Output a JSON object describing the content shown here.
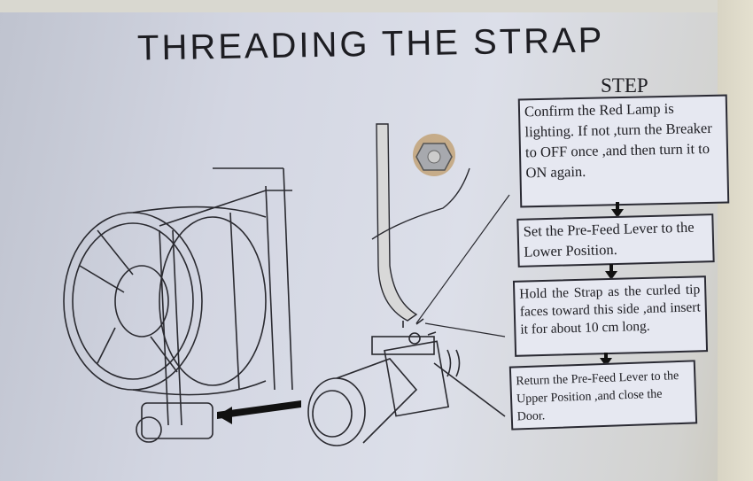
{
  "title": "THREADING THE STRAP",
  "step_heading": "STEP",
  "steps": [
    {
      "text": "Confirm the Red Lamp is lighting. If not ,turn the Breaker to OFF once ,and then turn it to ON again."
    },
    {
      "text": "Set the Pre-Feed Lever to the Lower Position."
    },
    {
      "text": "Hold the Strap as the curled tip faces toward this side ,and insert it for about 10 cm long."
    },
    {
      "text": "Return the Pre-Feed Lever to the Upper Position ,and close the Door."
    }
  ]
}
